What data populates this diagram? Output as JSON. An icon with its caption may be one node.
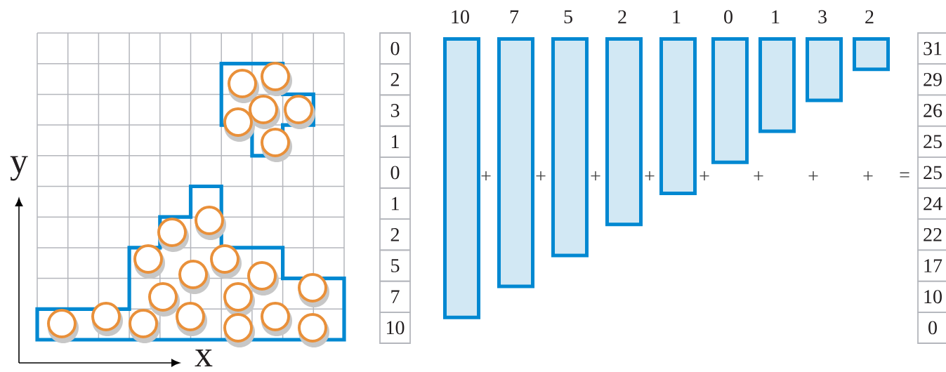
{
  "diagram": {
    "nodes": [
      {
        "text": [],
        "shape": "bar",
        "beside": [
          "10"
        ]
      },
      {
        "text": [],
        "shape": "bar",
        "beside": [
          "7"
        ]
      },
      {
        "text": [],
        "shape": "bar",
        "beside": [
          "5"
        ]
      },
      {
        "text": [],
        "shape": "bar",
        "beside": [
          "2"
        ]
      },
      {
        "text": [],
        "shape": "bar",
        "beside": [
          "1"
        ]
      },
      {
        "text": [],
        "shape": "bar",
        "beside": [
          "0"
        ]
      },
      {
        "text": [],
        "shape": "bar",
        "beside": [
          "1"
        ]
      },
      {
        "text": [],
        "shape": "bar",
        "beside": [
          "3"
        ]
      },
      {
        "text": [],
        "shape": "bar",
        "beside": [
          "2"
        ]
      }
    ],
    "labels": [
      "y",
      "x",
      "0",
      "2",
      "3",
      "1",
      "0",
      "1",
      "2",
      "5",
      "7",
      "10",
      "+",
      "+",
      "+",
      "+",
      "+",
      "+",
      "+",
      "+",
      "=",
      "31",
      "29",
      "26",
      "25",
      "25",
      "24",
      "22",
      "17",
      "10",
      "0"
    ]
  }
}
